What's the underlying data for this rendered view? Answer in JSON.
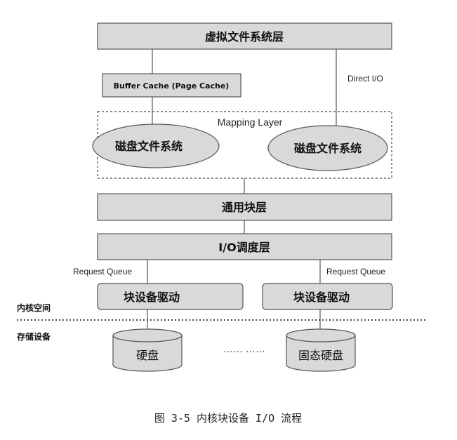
{
  "nodes": {
    "vfs": "虚拟文件系统层",
    "buffer_cache": "Buffer Cache (Page Cache)",
    "direct_io": "Direct I/O",
    "mapping_layer": "Mapping Layer",
    "fs_left": "磁盘文件系统",
    "fs_right": "磁盘文件系统",
    "generic_block": "通用块层",
    "io_scheduler": "I/O调度层",
    "rq_left": "Request Queue",
    "rq_right": "Request Queue",
    "driver_left": "块设备驱动",
    "driver_right": "块设备驱动",
    "kernel_space": "内核空间",
    "storage_device": "存储设备",
    "hdd": "硬盘",
    "ellipsis": "…… ……",
    "ssd": "固态硬盘"
  },
  "caption": "图 3-5 内核块设备 I/O 流程",
  "colors": {
    "box_fill": "#d9d9d9",
    "stroke": "#555555"
  }
}
